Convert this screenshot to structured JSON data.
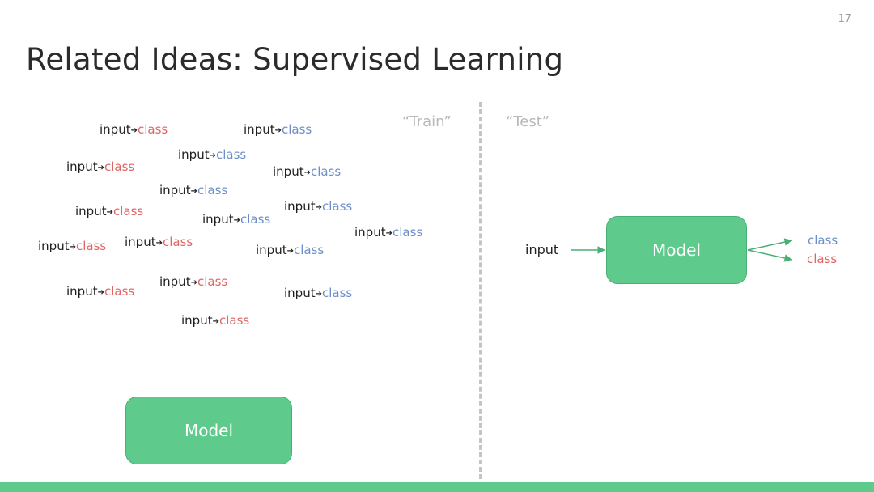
{
  "slide": {
    "page_number": "17",
    "title": "Related Ideas: Supervised Learning",
    "train_label": "“Train”",
    "test_label": "“Test”"
  },
  "training_pairs": {
    "input_text": "input",
    "class_text": "class",
    "arrow_glyph": "➔",
    "red_color": "#e06666",
    "blue_color": "#6d8fc9",
    "pairs": [
      {
        "color": "red"
      },
      {
        "color": "blue"
      },
      {
        "color": "blue"
      },
      {
        "color": "red"
      },
      {
        "color": "blue"
      },
      {
        "color": "blue"
      },
      {
        "color": "red"
      },
      {
        "color": "blue"
      },
      {
        "color": "blue"
      },
      {
        "color": "blue"
      },
      {
        "color": "red"
      },
      {
        "color": "red"
      },
      {
        "color": "blue"
      },
      {
        "color": "red"
      },
      {
        "color": "red"
      },
      {
        "color": "blue"
      },
      {
        "color": "red"
      }
    ]
  },
  "train_model": {
    "label": "Model"
  },
  "test": {
    "input_label": "input",
    "model_label": "Model",
    "output_top": "class",
    "output_bottom": "class"
  },
  "colors": {
    "model_green": "#5ecb8c",
    "arrow_green": "#4aaf74",
    "divider_gray": "#c4c4c4"
  }
}
